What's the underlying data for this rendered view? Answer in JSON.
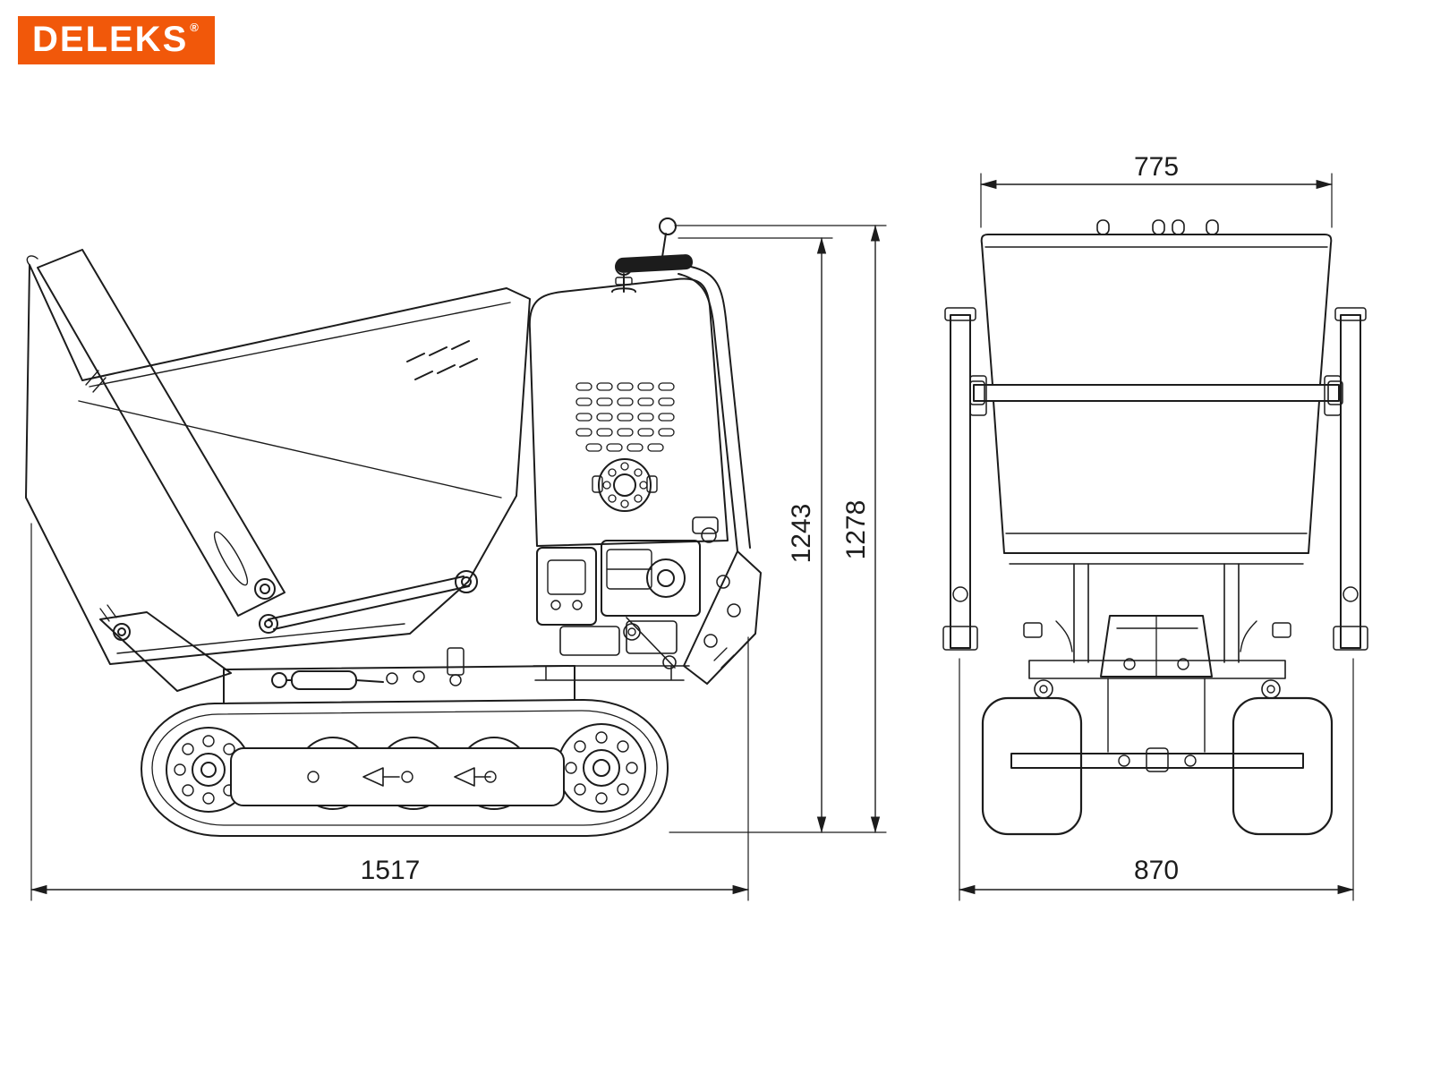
{
  "logo": {
    "text": "DELEKS",
    "registered_mark": "®"
  },
  "colors": {
    "brand-orange": "#f1580a",
    "line-color": "#1c1c1c",
    "page-bg": "#ffffff"
  },
  "drawing": {
    "type": "technical dimension drawing",
    "subject": "tracked mini dumper, side view and front view",
    "views": [
      "side view",
      "front view"
    ]
  },
  "dimensions": {
    "overall_length": "1517",
    "height_to_handlebar": "1243",
    "overall_height": "1278",
    "top_width": "775",
    "overall_width": "870"
  }
}
